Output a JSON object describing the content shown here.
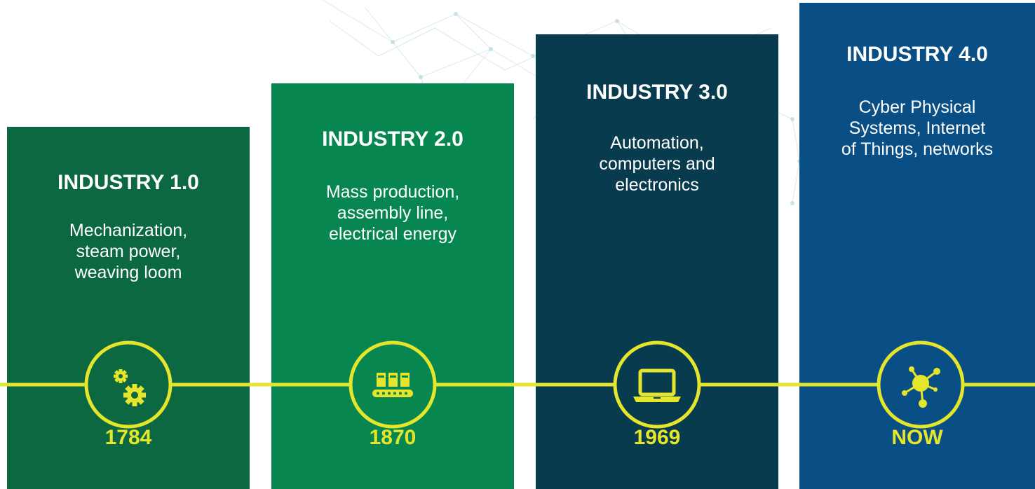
{
  "colors": {
    "accent": "#e5e52b",
    "stage1": "#0b6841",
    "stage2": "#07874f",
    "stage3": "#073b4d",
    "stage4": "#094f85"
  },
  "stages": [
    {
      "title": "INDUSTRY 1.0",
      "desc": [
        "Mechanization,",
        "steam power,",
        "weaving loom"
      ],
      "icon": "gears-icon",
      "year": "1784"
    },
    {
      "title": "INDUSTRY 2.0",
      "desc": [
        "Mass production,",
        "assembly line,",
        "electrical energy"
      ],
      "icon": "conveyor-belt-icon",
      "year": "1870"
    },
    {
      "title": "INDUSTRY 3.0",
      "desc": [
        "Automation,",
        "computers and",
        "electronics"
      ],
      "icon": "laptop-icon",
      "year": "1969"
    },
    {
      "title": "INDUSTRY 4.0",
      "desc": [
        "Cyber Physical",
        "Systems, Internet",
        "of Things, networks"
      ],
      "icon": "network-hub-icon",
      "year": "NOW"
    }
  ]
}
